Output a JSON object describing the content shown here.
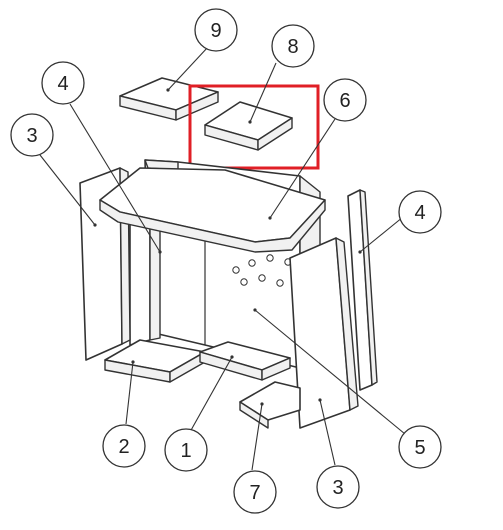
{
  "callouts": [
    {
      "id": "c9",
      "label": "9"
    },
    {
      "id": "c8",
      "label": "8"
    },
    {
      "id": "c6",
      "label": "6"
    },
    {
      "id": "c4a",
      "label": "4"
    },
    {
      "id": "c3a",
      "label": "3"
    },
    {
      "id": "c4b",
      "label": "4"
    },
    {
      "id": "c5",
      "label": "5"
    },
    {
      "id": "c2",
      "label": "2"
    },
    {
      "id": "c1",
      "label": "1"
    },
    {
      "id": "c7",
      "label": "7"
    },
    {
      "id": "c3b",
      "label": "3"
    }
  ],
  "highlight": {
    "color": "#e01f26",
    "target": "8"
  },
  "colors": {
    "line": "#333333",
    "background": "#ffffff"
  }
}
